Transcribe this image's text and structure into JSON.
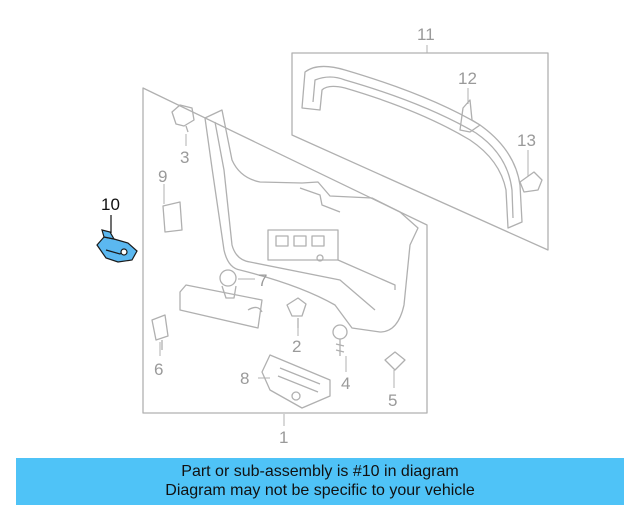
{
  "callouts": {
    "c1": "1",
    "c2": "2",
    "c3": "3",
    "c4": "4",
    "c5": "5",
    "c6": "6",
    "c7": "7",
    "c8": "8",
    "c9": "9",
    "c10": "10",
    "c11": "11",
    "c12": "12",
    "c13": "13"
  },
  "highlighted_part": "10",
  "colors": {
    "banner": "#4fc3f7",
    "highlight": "#5bb8f0",
    "line": "#b0b0b0"
  },
  "banner": {
    "line1": "Part or sub-assembly is #10 in diagram",
    "line2": "Diagram may not be specific to your vehicle"
  }
}
